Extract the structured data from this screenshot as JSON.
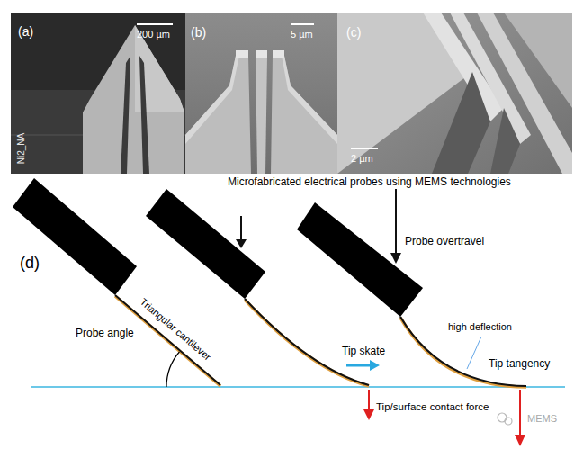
{
  "diagram": {
    "caption": "Microfabricated electrical probes using MEMS technologies",
    "nodes": [
      {
        "text": [
          "(a)",
          "200 µm",
          "Ni2_NA"
        ]
      },
      {
        "text": [
          "(b)",
          "5 µm"
        ]
      },
      {
        "text": [
          "(c)",
          "2 µm"
        ]
      }
    ],
    "labels": [
      "(d)",
      "Triangular cantilever",
      "Probe angle",
      "Probe overtravel",
      "Tip skate",
      "high deflection",
      "Tip tangency",
      "Tip/surface contact force",
      "MEMS"
    ]
  }
}
